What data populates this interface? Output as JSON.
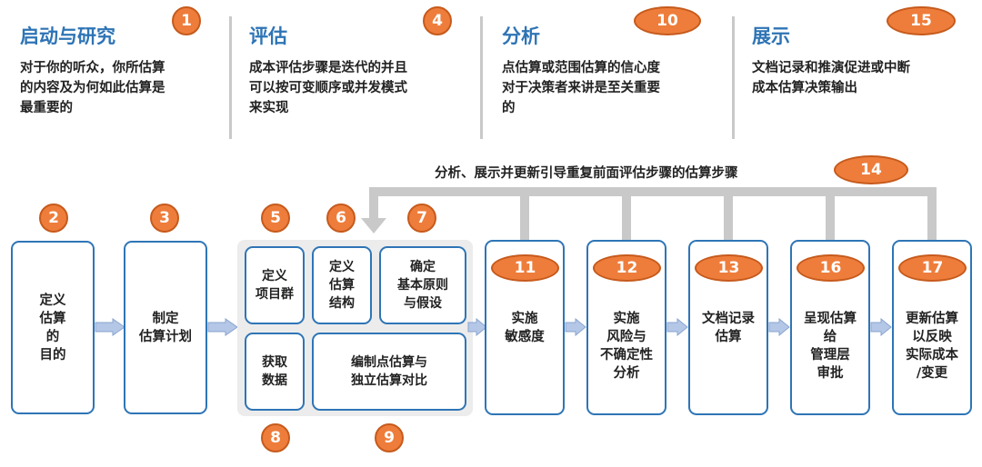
{
  "phases": [
    {
      "title": "启动与研究",
      "badge": "1",
      "desc": "对于你的听众，你所估算\n的内容及为何如此估算是\n最重要的"
    },
    {
      "title": "评估",
      "badge": "4",
      "desc": "成本评估步骤是迭代的并且\n可以按可变顺序或并发模式\n来实现"
    },
    {
      "title": "分析",
      "badge": "10",
      "desc": "点估算或范围估算的信心度\n对于决策者来讲是至关重要\n的"
    },
    {
      "title": "展示",
      "badge": "15",
      "desc": "文档记录和推演促进或中断\n成本估算决策输出"
    }
  ],
  "loop": {
    "label": "分析、展示并更新引导重复前面评估步骤的估算步骤",
    "badge": "14"
  },
  "steps": {
    "s2": {
      "badge": "2",
      "label": "定义\n估算\n的\n目的"
    },
    "s3": {
      "badge": "3",
      "label": "制定\n估算计划"
    },
    "s5": {
      "badge": "5",
      "label": "定义\n项目群"
    },
    "s6": {
      "badge": "6",
      "label": "定义\n估算\n结构"
    },
    "s7": {
      "badge": "7",
      "label": "确定\n基本原则\n与假设"
    },
    "s8": {
      "badge": "8",
      "label": "获取\n数据"
    },
    "s9": {
      "badge": "9",
      "label": "编制点估算与\n独立估算对比"
    },
    "s11": {
      "badge": "11",
      "label": "实施\n敏感度"
    },
    "s12": {
      "badge": "12",
      "label": "实施\n风险与\n不确定性\n分析"
    },
    "s13": {
      "badge": "13",
      "label": "文档记录\n估算"
    },
    "s16": {
      "badge": "16",
      "label": "呈现估算\n给\n管理层\n审批"
    },
    "s17": {
      "badge": "17",
      "label": "更新估算\n以反映\n实际成本\n/变更"
    }
  },
  "colors": {
    "accent": "#ee7d3b",
    "title": "#2e74b5",
    "box_border": "#2e75b6",
    "loop": "#c9c9c9",
    "arrow": "#b4c7e7"
  }
}
